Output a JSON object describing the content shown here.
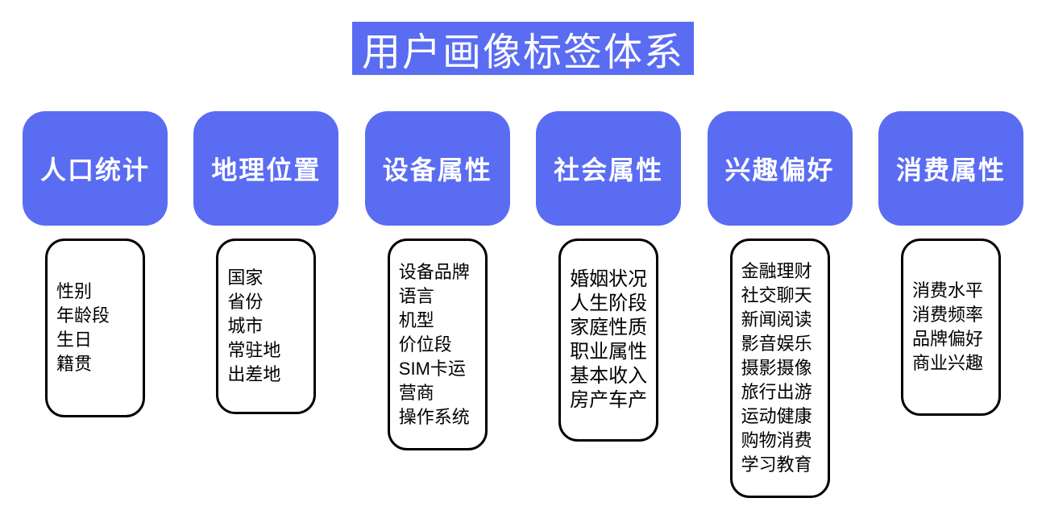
{
  "title": "用户画像标签体系",
  "colors": {
    "accent_blue": "#5a6cf2",
    "card_border": "#000000",
    "card_background": "#ffffff",
    "text_on_blue": "#ffffff",
    "text": "#000000"
  },
  "columns": [
    {
      "label": "人口统计",
      "lines": [
        "性别",
        "年龄段",
        "生日",
        "籍贯"
      ]
    },
    {
      "label": "地理位置",
      "lines": [
        "国家",
        "省份",
        "城市",
        "常驻地",
        "出差地"
      ]
    },
    {
      "label": "设备属性",
      "lines": [
        "设备品牌",
        "语言",
        "机型",
        "价位段",
        "SIM卡运",
        "营商",
        "操作系统"
      ]
    },
    {
      "label": "社会属性",
      "lines": [
        "婚姻状况",
        "人生阶段",
        "家庭性质",
        "职业属性",
        "基本收入",
        "房产车产"
      ]
    },
    {
      "label": "兴趣偏好",
      "lines": [
        "金融理财",
        "社交聊天",
        "新闻阅读",
        "影音娱乐",
        "摄影摄像",
        "旅行出游",
        "运动健康",
        "购物消费",
        "学习教育"
      ]
    },
    {
      "label": "消费属性",
      "lines": [
        "消费水平",
        "消费频率",
        "品牌偏好",
        "商业兴趣"
      ]
    }
  ]
}
